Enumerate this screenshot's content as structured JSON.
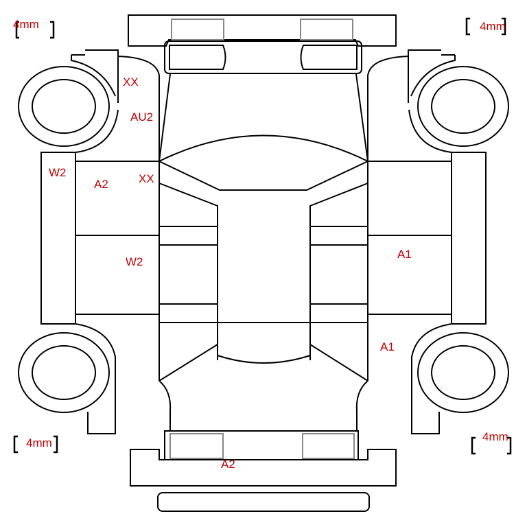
{
  "diagram": {
    "type": "vehicle-inspection-sheet",
    "damage_labels": [
      {
        "code": "XX",
        "area": "front-left-fender-top"
      },
      {
        "code": "AU2",
        "area": "front-left-fender"
      },
      {
        "code": "W2",
        "area": "left-rocker-front"
      },
      {
        "code": "A2",
        "area": "front-left-door"
      },
      {
        "code": "XX",
        "area": "left-a-pillar"
      },
      {
        "code": "W2",
        "area": "rear-left-door"
      },
      {
        "code": "A1",
        "area": "rear-right-door"
      },
      {
        "code": "A1",
        "area": "rear-right-quarter"
      },
      {
        "code": "A2",
        "area": "rear-bumper"
      }
    ],
    "tread_depth": {
      "front_left": "4mm",
      "front_right": "4mm",
      "rear_left": "4mm",
      "rear_right": "4mm"
    },
    "colors": {
      "label": "#c00000",
      "outline": "#000000"
    }
  }
}
